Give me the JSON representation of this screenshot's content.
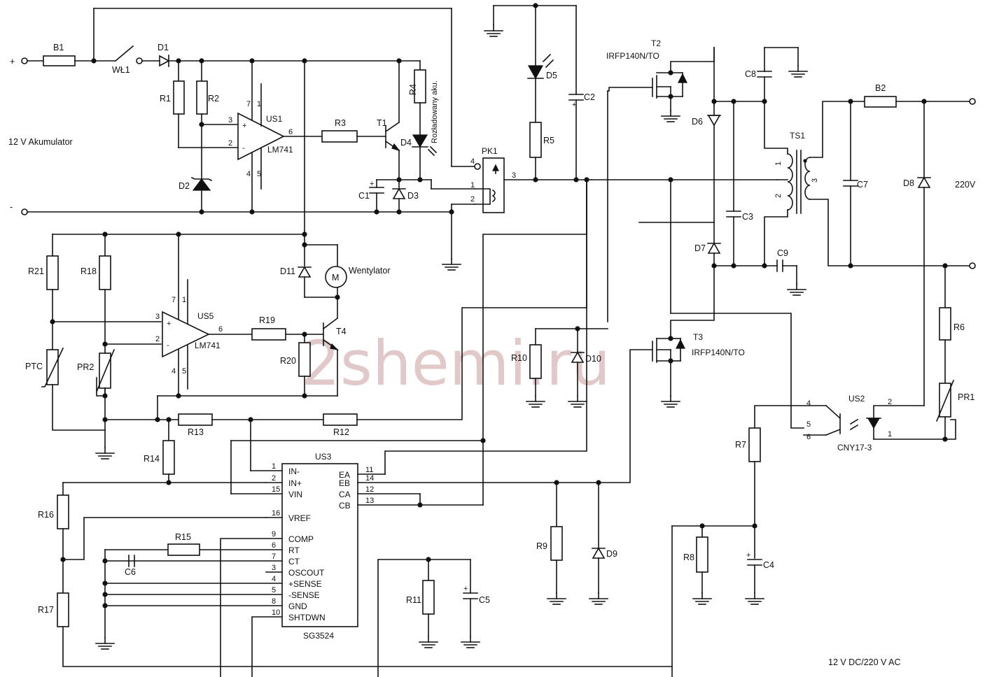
{
  "watermark": "2shemi.ru",
  "caption": "12 V DC/220 V AC",
  "input": {
    "plus": "+",
    "minus": "-",
    "label": "12 V  Akumulator"
  },
  "output_label": "220V",
  "fan_label": "Wentylator",
  "fan_symbol": "M",
  "charged_label": "Rozładowany aku.",
  "components": {
    "B1": "B1",
    "B2": "B2",
    "WL1": "WŁ1",
    "D1": "D1",
    "D2": "D2",
    "D3": "D3",
    "D4": "D4",
    "D5": "D5",
    "D6": "D6",
    "D7": "D7",
    "D8": "D8",
    "D9": "D9",
    "D10": "D10",
    "D11": "D11",
    "R1": "R1",
    "R2": "R2",
    "R3": "R3",
    "R4": "R4",
    "R5": "R5",
    "R6": "R6",
    "R7": "R7",
    "R8": "R8",
    "R9": "R9",
    "R10": "R10",
    "R11": "R11",
    "R12": "R12",
    "R13": "R13",
    "R14": "R14",
    "R15": "R15",
    "R16": "R16",
    "R17": "R17",
    "R18": "R18",
    "R19": "R19",
    "R20": "R20",
    "R21": "R21",
    "C1": "C1",
    "C2": "C2",
    "C3": "C3",
    "C4": "C4",
    "C5": "C5",
    "C6": "C6",
    "C7": "C7",
    "C8": "C8",
    "C9": "C9",
    "T1": "T1",
    "T4": "T4",
    "TS1": "TS1",
    "PK1": "PK1",
    "PTC": "PTC",
    "PR1": "PR1",
    "PR2": "PR2",
    "US1": "US1",
    "US2": "US2",
    "US3": "US3",
    "US5": "US5",
    "T2": "T2",
    "T3": "T3",
    "mosfet_T2": "IRFP140N/TO",
    "mosfet_T3": "IRFP140N/TO",
    "opamp_US1": "LM741",
    "opamp_US5": "LM741",
    "opto_US2": "CNY17-3",
    "pwm_US3": "SG3524"
  },
  "sg3524_pins_left": [
    {
      "num": "1",
      "name": "IN-"
    },
    {
      "num": "2",
      "name": "IN+"
    },
    {
      "num": "15",
      "name": "VIN"
    },
    {
      "num": "16",
      "name": "VREF"
    },
    {
      "num": "9",
      "name": "COMP"
    },
    {
      "num": "6",
      "name": "RT"
    },
    {
      "num": "7",
      "name": "CT"
    },
    {
      "num": "3",
      "name": "OSCOUT"
    },
    {
      "num": "4",
      "name": "+SENSE"
    },
    {
      "num": "5",
      "name": "-SENSE"
    },
    {
      "num": "8",
      "name": "GND"
    },
    {
      "num": "10",
      "name": "SHTDWN"
    }
  ],
  "sg3524_pins_right": [
    {
      "num": "11",
      "name": "EA"
    },
    {
      "num": "14",
      "name": "EB"
    },
    {
      "num": "12",
      "name": "CA"
    },
    {
      "num": "13",
      "name": "CB"
    }
  ],
  "opamp_pins": {
    "p3": "3",
    "p2": "2",
    "p6": "6",
    "p7": "7",
    "p4": "4",
    "p1": "1",
    "p5": "5",
    "plus": "+",
    "minus": "-"
  },
  "relay_pins": {
    "p4": "4",
    "p3": "3",
    "p1": "1",
    "p2": "2"
  },
  "opto_pins": {
    "p4": "4",
    "p5": "5",
    "p6": "6",
    "p2": "2",
    "p1": "1"
  },
  "ts1_dots": {
    "a": "1",
    "b": "2",
    "c": "3"
  }
}
